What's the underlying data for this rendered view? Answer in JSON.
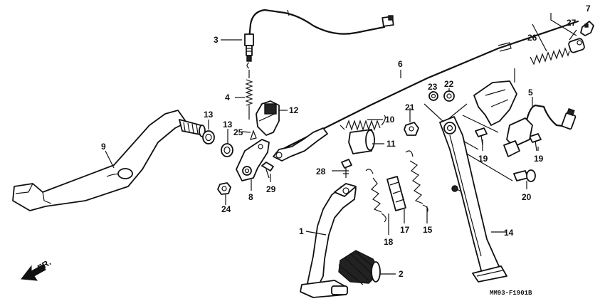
{
  "diagram": {
    "drawing_code": "MM93-F1901B",
    "direction_label": "FR.",
    "callouts": [
      "1",
      "2",
      "3",
      "4",
      "5",
      "6",
      "7",
      "8",
      "9",
      "10",
      "11",
      "12",
      "13",
      "13",
      "14",
      "15",
      "17",
      "18",
      "19",
      "19",
      "20",
      "21",
      "22",
      "23",
      "24",
      "25",
      "26",
      "27",
      "28",
      "29"
    ]
  },
  "parts": [
    {
      "id": "1",
      "name": "center-stand-pedal-arm"
    },
    {
      "id": "2",
      "name": "pedal-rubber"
    },
    {
      "id": "3",
      "name": "stop-switch-cable"
    },
    {
      "id": "4",
      "name": "switch-spring"
    },
    {
      "id": "5",
      "name": "side-stand-switch"
    },
    {
      "id": "6",
      "name": "brake-rod"
    },
    {
      "id": "7",
      "name": "adjuster-nut"
    },
    {
      "id": "8",
      "name": "brake-arm-plate"
    },
    {
      "id": "9",
      "name": "brake-pedal"
    },
    {
      "id": "10",
      "name": "return-spring"
    },
    {
      "id": "11",
      "name": "spring-cover"
    },
    {
      "id": "12",
      "name": "pedal-stopper"
    },
    {
      "id": "13",
      "name": "washer"
    },
    {
      "id": "14",
      "name": "side-stand"
    },
    {
      "id": "15",
      "name": "stand-spring-outer"
    },
    {
      "id": "17",
      "name": "spring-tube"
    },
    {
      "id": "18",
      "name": "stand-spring-inner"
    },
    {
      "id": "19",
      "name": "bolt"
    },
    {
      "id": "20",
      "name": "pivot-bolt"
    },
    {
      "id": "21",
      "name": "nut"
    },
    {
      "id": "22",
      "name": "washer-b"
    },
    {
      "id": "23",
      "name": "collar"
    },
    {
      "id": "24",
      "name": "lock-nut"
    },
    {
      "id": "25",
      "name": "cotter-pin"
    },
    {
      "id": "26",
      "name": "rod-spring"
    },
    {
      "id": "27",
      "name": "joint"
    },
    {
      "id": "28",
      "name": "flange-bolt"
    },
    {
      "id": "29",
      "name": "bolt-b"
    }
  ]
}
